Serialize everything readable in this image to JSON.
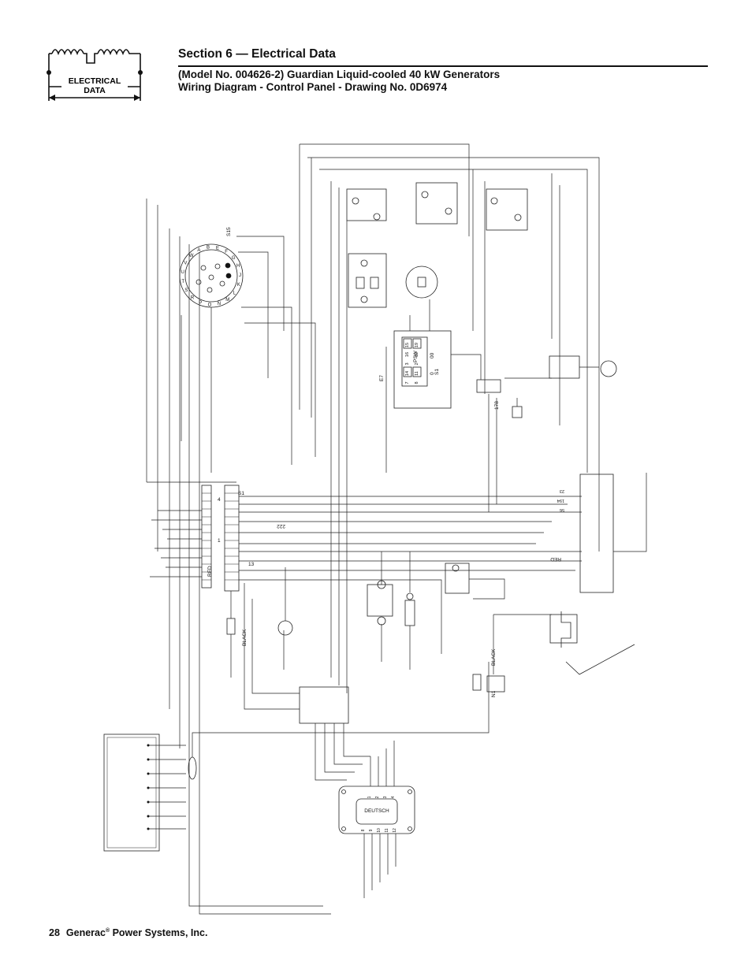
{
  "header": {
    "logo_line1": "ELECTRICAL",
    "logo_line2": "DATA",
    "section_title": "Section 6 — Electrical Data",
    "subtitle_line1": "(Model No. 004626-2) Guardian Liquid-cooled 40 kW Generators",
    "subtitle_line2": "Wiring Diagram - Control Panel - Drawing No. 0D6974"
  },
  "diagram_labels": {
    "connector_s15": "S15",
    "connector_letters": [
      "E",
      "F",
      "G",
      "H",
      "J",
      "K",
      "L",
      "M",
      "N",
      "O",
      "P",
      "R",
      "S",
      "T",
      "U",
      "V",
      "W",
      "A",
      "B"
    ],
    "terminal_s1": "S1",
    "terminal_s1_right": "S1",
    "red": "RED",
    "black_left": "BLACK",
    "black_right": "BLACK",
    "deutsch": "DEUTSCH",
    "psw": "PSW",
    "wire_4": "4",
    "wire_1": "1",
    "wire_13": "13",
    "wire_e7": "E7",
    "wire_0": "0",
    "wire_00": "00",
    "wire_178": "178",
    "wire_222": "222",
    "wire_n1": "N1",
    "psw_pins": [
      "15",
      "19",
      "16",
      "12",
      "3",
      "2",
      "14",
      "11",
      "7",
      "8"
    ],
    "right_pins": [
      "23",
      "194",
      "56"
    ],
    "deutsch_pins_top": [
      "1",
      "2",
      "3",
      "4"
    ],
    "deutsch_pins_bottom": [
      "8",
      "9",
      "10",
      "11",
      "12"
    ]
  },
  "footer": {
    "page_number": "28",
    "company": "Generac",
    "reg_mark": "®",
    "company_suffix": " Power Systems, Inc."
  }
}
